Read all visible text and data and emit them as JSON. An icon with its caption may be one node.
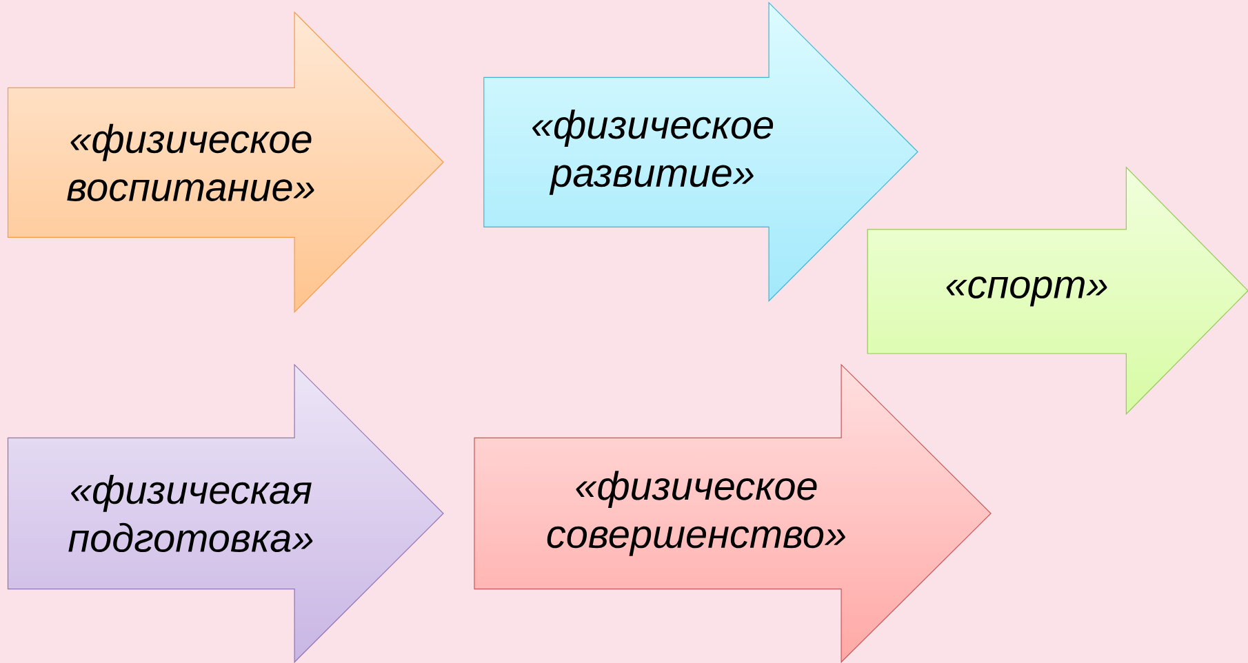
{
  "diagram": {
    "nodes": [
      {
        "text": [
          "«физическое воспитание»"
        ]
      },
      {
        "text": [
          "«физическое развитие»"
        ]
      },
      {
        "text": [
          "«спорт»"
        ]
      },
      {
        "text": [
          "«физическая подготовка»"
        ]
      },
      {
        "text": [
          "«физическое совершенство»"
        ]
      }
    ]
  }
}
